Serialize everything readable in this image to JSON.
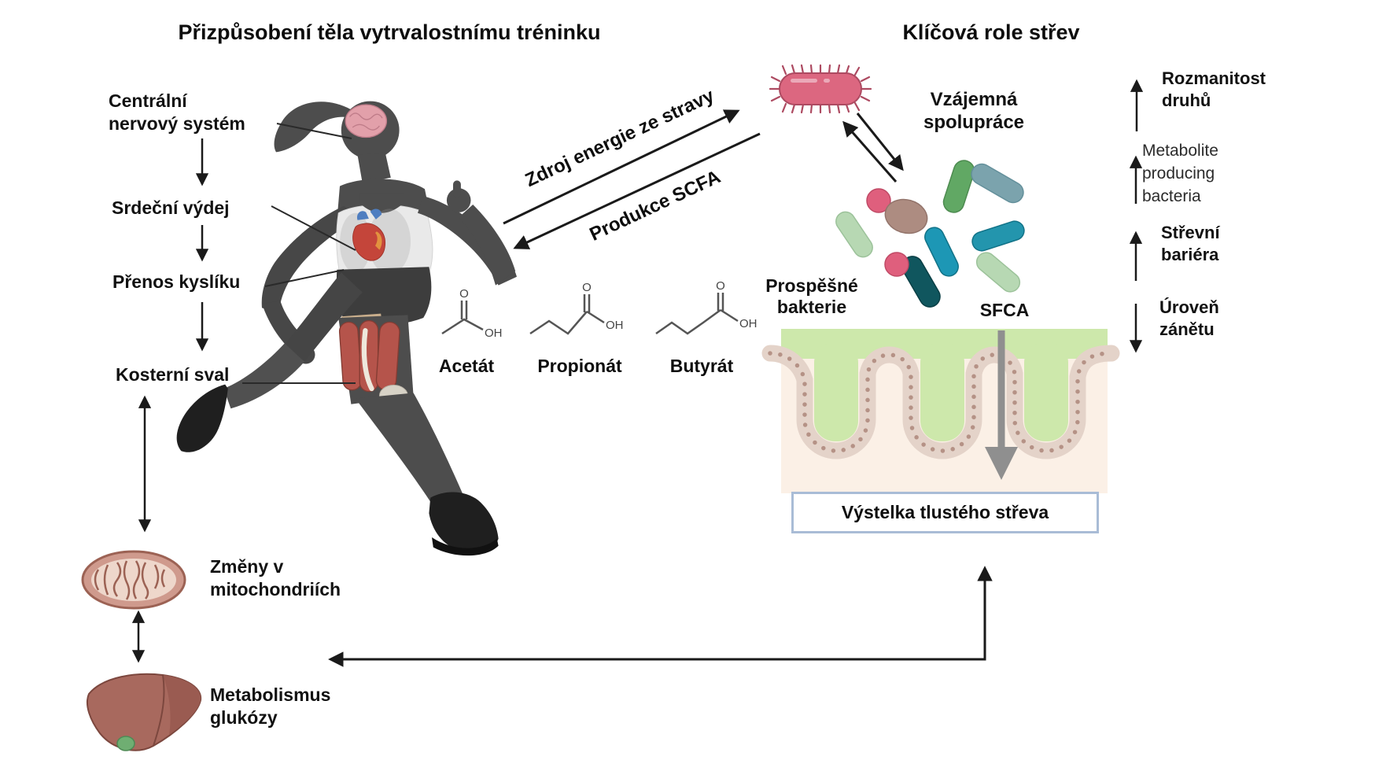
{
  "titles": {
    "left": "Přizpůsobení těla vytrvalostnímu tréninku",
    "right": "Klíčová role střev"
  },
  "left_labels": {
    "cns": {
      "line1": "Centrální",
      "line2": "nervový systém"
    },
    "cardiac_output": "Srdeční výdej",
    "oxygen_transfer": "Přenos kyslíku",
    "skeletal_muscle": "Kosterní sval",
    "mitochondria": {
      "line1": "Změny v",
      "line2": "mitochondriích"
    },
    "glucose_metabolism": {
      "line1": "Metabolismus",
      "line2": "glukózy"
    }
  },
  "flow_labels": {
    "diet_energy": "Zdroj energie ze stravy",
    "scfa_production": "Produkce SCFA"
  },
  "scfa_molecules": {
    "acetate": {
      "name": "Acetát",
      "o": "O",
      "oh": "OH"
    },
    "propionate": {
      "name": "Propionát",
      "o": "O",
      "oh": "OH"
    },
    "butyrate": {
      "name": "Butyrát",
      "o": "O",
      "oh": "OH"
    }
  },
  "gut_section": {
    "cooperation": {
      "line1": "Vzájemná",
      "line2": "spolupráce"
    },
    "beneficial_bacteria": {
      "line1": "Prospěšné",
      "line2": "bakterie"
    },
    "sfca": "SFCA",
    "colon_lining": "Výstelka tlustého střeva"
  },
  "outcome_labels": {
    "species_diversity": {
      "line1": "Rozmanitost",
      "line2": "druhů"
    },
    "metabolite_bacteria": {
      "line1": "Metabolite",
      "line2": "producing",
      "line3": "bacteria"
    },
    "gut_barrier": {
      "line1": "Střevní",
      "line2": "bariéra"
    },
    "inflammation": {
      "line1": "Úroveň",
      "line2": "zánětu"
    }
  },
  "colors": {
    "arrow": "#1a1a1a",
    "silhouette": "#4d4d4d",
    "tank_top": "#e9e9e9",
    "brain_pink": "#e2a0aa",
    "muscle_red": "#b5544b",
    "mitochondria_outer": "#cf9a8d",
    "mitochondria_inner": "#eed7cb",
    "liver_brown": "#a8695e",
    "gallbladder_green": "#6fae72",
    "bacterium_pink": "#dc6780",
    "rod_green": "#61a864",
    "rod_blue_gray": "#7ba3ad",
    "rod_teal": "#1d97b5",
    "rod_dark_teal": "#10565e",
    "rod_light_green": "#b7d8b3",
    "coccus_pink": "#df5f7d",
    "bacterium_brown": "#ad8c81",
    "gut_lumen_green": "#cde8ab",
    "gut_epithelium": "#e4d3c9",
    "gut_background": "#fbf0e6",
    "sfca_arrow_gray": "#8f8f8f",
    "box_border": "#a9bcd6"
  }
}
